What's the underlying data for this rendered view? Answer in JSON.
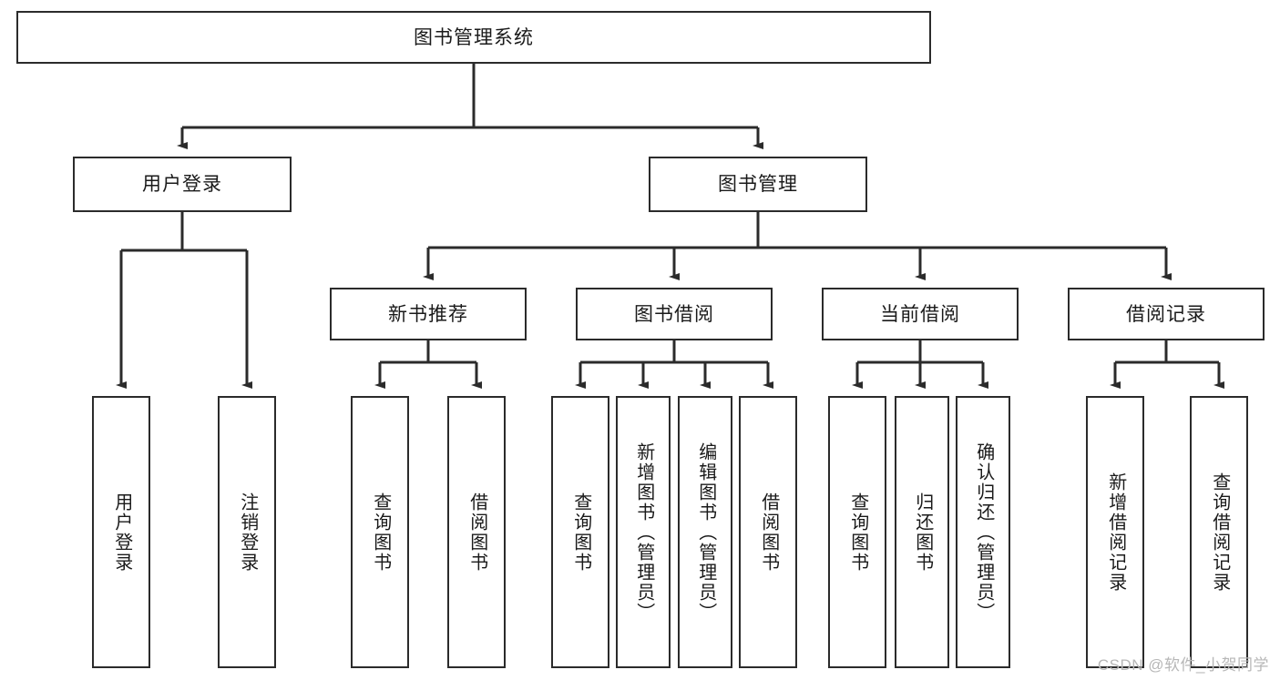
{
  "diagram": {
    "title": "图书管理系统",
    "watermark": "CSDN @软件_小贺同学",
    "colors": {
      "box_border": "#2b2b2b",
      "box_fill": "#ffffff",
      "connector": "#2b2b2b",
      "text": "#1a1a1a",
      "watermark": "#b7b7b7",
      "background": "#ffffff"
    },
    "root": {
      "label": "图书管理系统"
    },
    "level2": [
      {
        "label": "用户登录"
      },
      {
        "label": "图书管理"
      }
    ],
    "level3": [
      {
        "label": "新书推荐"
      },
      {
        "label": "图书借阅"
      },
      {
        "label": "当前借阅"
      },
      {
        "label": "借阅记录"
      }
    ],
    "leaves": {
      "user_login": [
        {
          "label": "用户登录"
        },
        {
          "label": "注销登录"
        }
      ],
      "new_book_recommend": [
        {
          "label": "查询图书"
        },
        {
          "label": "借阅图书"
        }
      ],
      "book_borrow": [
        {
          "label": "查询图书"
        },
        {
          "label": "新增图书（管理员）"
        },
        {
          "label": "编辑图书（管理员）"
        },
        {
          "label": "借阅图书"
        }
      ],
      "current_borrow": [
        {
          "label": "查询图书"
        },
        {
          "label": "归还图书"
        },
        {
          "label": "确认归还（管理员）"
        }
      ],
      "borrow_record": [
        {
          "label": "新增借阅记录"
        },
        {
          "label": "查询借阅记录"
        }
      ]
    }
  }
}
